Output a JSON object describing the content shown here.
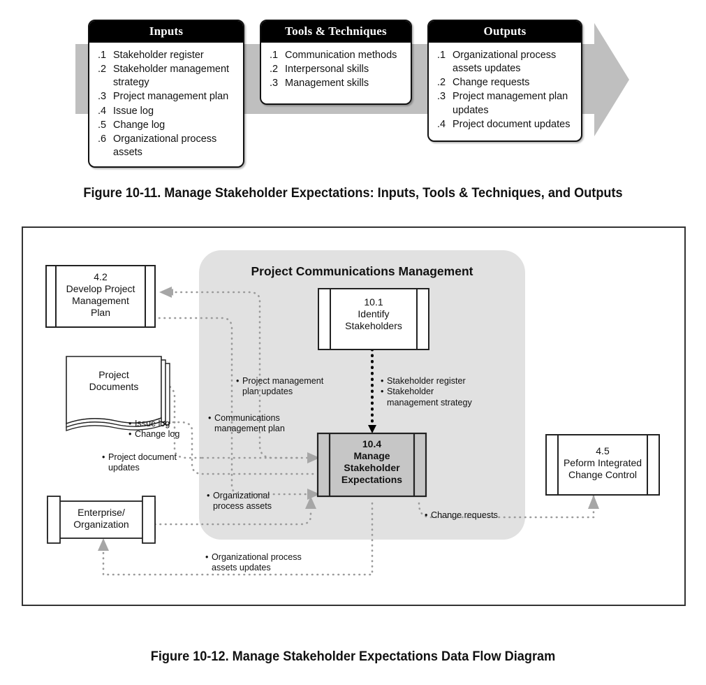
{
  "figure_itto": {
    "caption": "Figure 10-11. Manage Stakeholder Expectations: Inputs, Tools & Techniques, and Outputs",
    "columns": [
      {
        "title": "Inputs",
        "items": [
          {
            "num": ".1",
            "text": "Stakeholder register"
          },
          {
            "num": ".2",
            "text": "Stakeholder management strategy"
          },
          {
            "num": ".3",
            "text": "Project management plan"
          },
          {
            "num": ".4",
            "text": "Issue log"
          },
          {
            "num": ".5",
            "text": "Change log"
          },
          {
            "num": ".6",
            "text": "Organizational process assets"
          }
        ]
      },
      {
        "title": "Tools & Techniques",
        "items": [
          {
            "num": ".1",
            "text": "Communication methods"
          },
          {
            "num": ".2",
            "text": "Interpersonal skills"
          },
          {
            "num": ".3",
            "text": "Management skills"
          }
        ]
      },
      {
        "title": "Outputs",
        "items": [
          {
            "num": ".1",
            "text": "Organizational process assets updates"
          },
          {
            "num": ".2",
            "text": "Change requests"
          },
          {
            "num": ".3",
            "text": "Project management plan updates"
          },
          {
            "num": ".4",
            "text": "Project document updates"
          }
        ]
      }
    ]
  },
  "figure_dfd": {
    "caption": "Figure 10-12. Manage Stakeholder Expectations Data Flow Diagram",
    "blob_title": "Project Communications Management",
    "nodes": {
      "develop_plan": {
        "id": "4.2",
        "line1": "Develop Project",
        "line2": "Management",
        "line3": "Plan"
      },
      "project_docs": {
        "line1": "Project",
        "line2": "Documents"
      },
      "enterprise": {
        "line1": "Enterprise/",
        "line2": "Organization"
      },
      "identify": {
        "id": "10.1",
        "line1": "Identify",
        "line2": "Stakeholders"
      },
      "manage": {
        "id": "10.4",
        "line1": "Manage",
        "line2": "Stakeholder",
        "line3": "Expectations"
      },
      "change_ctrl": {
        "id": "4.5",
        "line1": "Peform Integrated",
        "line2": "Change Control"
      }
    },
    "flows": {
      "pm_plan_updates": [
        "Project management",
        "plan updates"
      ],
      "comms_mgmt_plan": [
        "Communications",
        "management plan"
      ],
      "stakeholder_register": [
        "Stakeholder register"
      ],
      "stakeholder_strategy": [
        "Stakeholder",
        "management strategy"
      ],
      "issue_log": [
        "Issue log"
      ],
      "change_log": [
        "Change log"
      ],
      "project_doc_updates": [
        "Project document",
        "updates"
      ],
      "org_process_assets": [
        "Organizational",
        "process assets"
      ],
      "org_process_updates": [
        "Organizational process",
        "assets updates"
      ],
      "change_requests": [
        "Change requests"
      ]
    }
  },
  "colors": {
    "header_black": "#000000",
    "arrow_gray": "#bfbfbf",
    "blob_gray": "#e1e1e1",
    "process_fill": "#c6c6c6",
    "dot_gray": "#9a9a9a",
    "arrowhead_gray": "#a6a6a6",
    "border": "#111111"
  }
}
